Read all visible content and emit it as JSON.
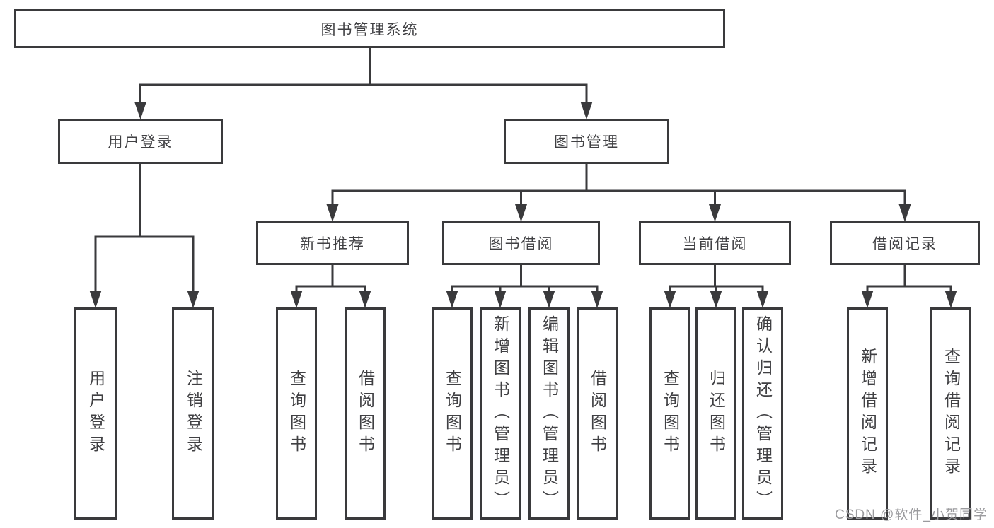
{
  "diagram": {
    "title": "图书管理系统",
    "watermark": "CSDN @软件_小贺同学",
    "colors": {
      "line": "#3a3a3c",
      "text": "#404043",
      "box_background": "#ffffff",
      "page_background": "#ffffff",
      "watermark": "#9b9b9e"
    },
    "nodes": [
      {
        "id": "root",
        "label": "图书管理系统",
        "children": [
          "login",
          "mgmt"
        ]
      },
      {
        "id": "login",
        "label": "用户登录",
        "children": [
          "user-login",
          "logout"
        ]
      },
      {
        "id": "mgmt",
        "label": "图书管理",
        "children": [
          "new-book",
          "borrow",
          "current",
          "records"
        ]
      },
      {
        "id": "new-book",
        "label": "新书推荐",
        "children": [
          "nb-query",
          "nb-borrow"
        ]
      },
      {
        "id": "borrow",
        "label": "图书借阅",
        "children": [
          "b-query",
          "b-add",
          "b-edit",
          "b-borrow"
        ]
      },
      {
        "id": "current",
        "label": "当前借阅",
        "children": [
          "c-query",
          "c-return",
          "c-confirm"
        ]
      },
      {
        "id": "records",
        "label": "借阅记录",
        "children": [
          "r-add",
          "r-query"
        ]
      },
      {
        "id": "user-login",
        "label": "用户登录",
        "vertical": true
      },
      {
        "id": "logout",
        "label": "注销登录",
        "vertical": true
      },
      {
        "id": "nb-query",
        "label": "查询图书",
        "vertical": true
      },
      {
        "id": "nb-borrow",
        "label": "借阅图书",
        "vertical": true
      },
      {
        "id": "b-query",
        "label": "查询图书",
        "vertical": true
      },
      {
        "id": "b-add",
        "label": "新增图书（管理员）",
        "vertical": true
      },
      {
        "id": "b-edit",
        "label": "编辑图书（管理员）",
        "vertical": true
      },
      {
        "id": "b-borrow",
        "label": "借阅图书",
        "vertical": true
      },
      {
        "id": "c-query",
        "label": "查询图书",
        "vertical": true
      },
      {
        "id": "c-return",
        "label": "归还图书",
        "vertical": true
      },
      {
        "id": "c-confirm",
        "label": "确认归还（管理员）",
        "vertical": true
      },
      {
        "id": "r-add",
        "label": "新增借阅记录",
        "vertical": true
      },
      {
        "id": "r-query",
        "label": "查询借阅记录",
        "vertical": true
      }
    ]
  }
}
